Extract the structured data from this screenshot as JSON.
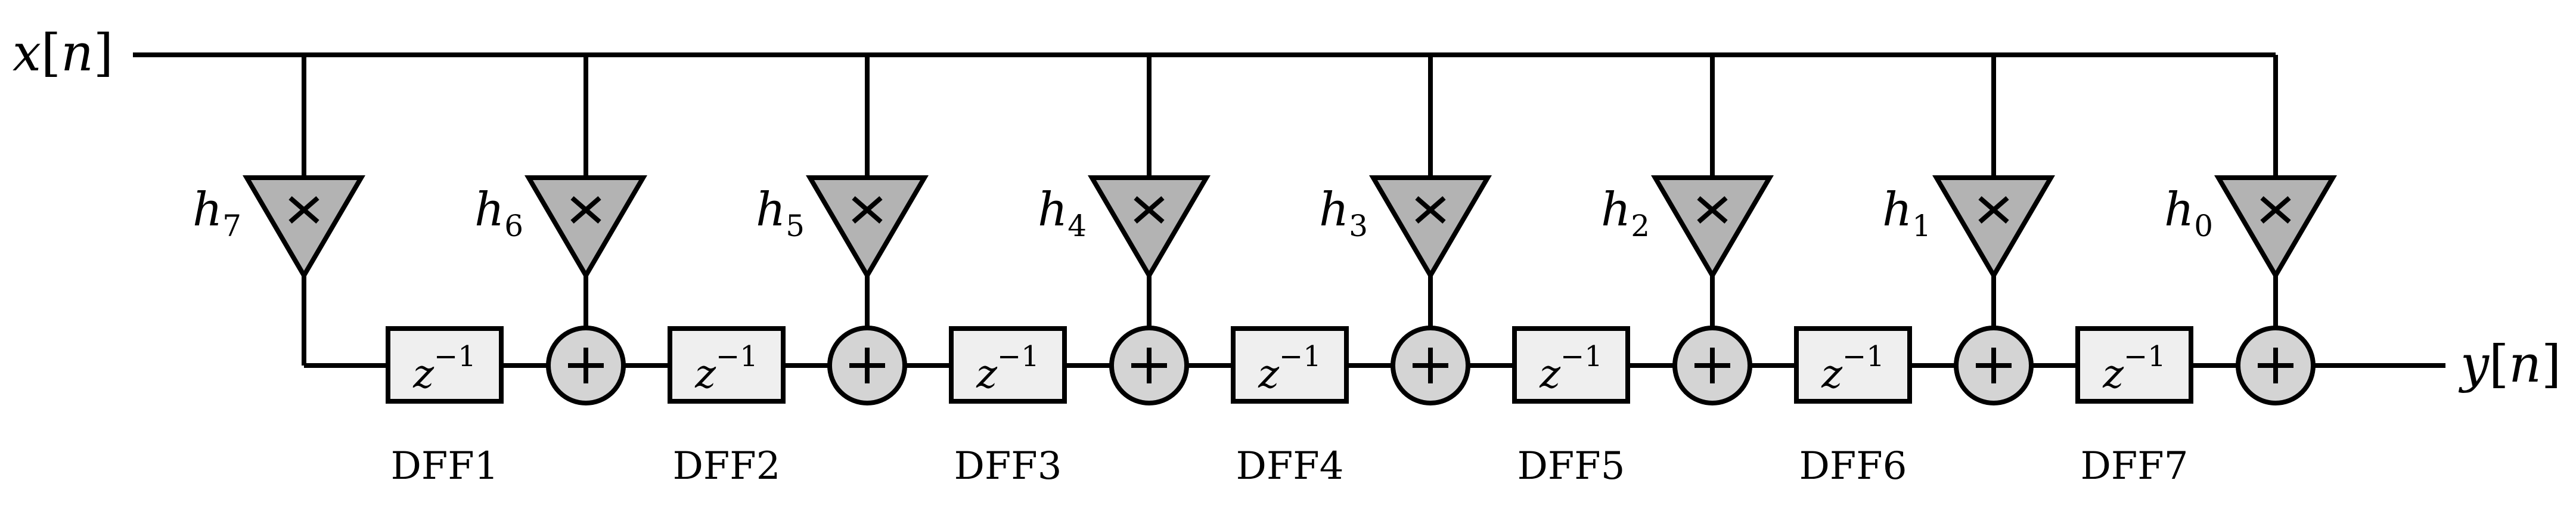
{
  "io": {
    "input_label": {
      "sym": "x",
      "open": "[",
      "arg": "n",
      "close": "]"
    },
    "output_label": {
      "sym": "y",
      "open": "[",
      "arg": "n",
      "close": "]"
    }
  },
  "taps": [
    {
      "coeff_base": "h",
      "coeff_sub": "7"
    },
    {
      "coeff_base": "h",
      "coeff_sub": "6"
    },
    {
      "coeff_base": "h",
      "coeff_sub": "5"
    },
    {
      "coeff_base": "h",
      "coeff_sub": "4"
    },
    {
      "coeff_base": "h",
      "coeff_sub": "3"
    },
    {
      "coeff_base": "h",
      "coeff_sub": "2"
    },
    {
      "coeff_base": "h",
      "coeff_sub": "1"
    },
    {
      "coeff_base": "h",
      "coeff_sub": "0"
    }
  ],
  "delay": {
    "base": "z",
    "sup": "−1"
  },
  "dff_labels": [
    "DFF1",
    "DFF2",
    "DFF3",
    "DFF4",
    "DFF5",
    "DFF6",
    "DFF7"
  ],
  "icons": {
    "multiply": "×",
    "plus": "+"
  },
  "colors": {
    "background": "#ffffff",
    "line": "#000000",
    "multiplier_fill": "#b3b3b3",
    "adder_fill": "#d4d4d4",
    "delay_fill": "#efefef"
  }
}
